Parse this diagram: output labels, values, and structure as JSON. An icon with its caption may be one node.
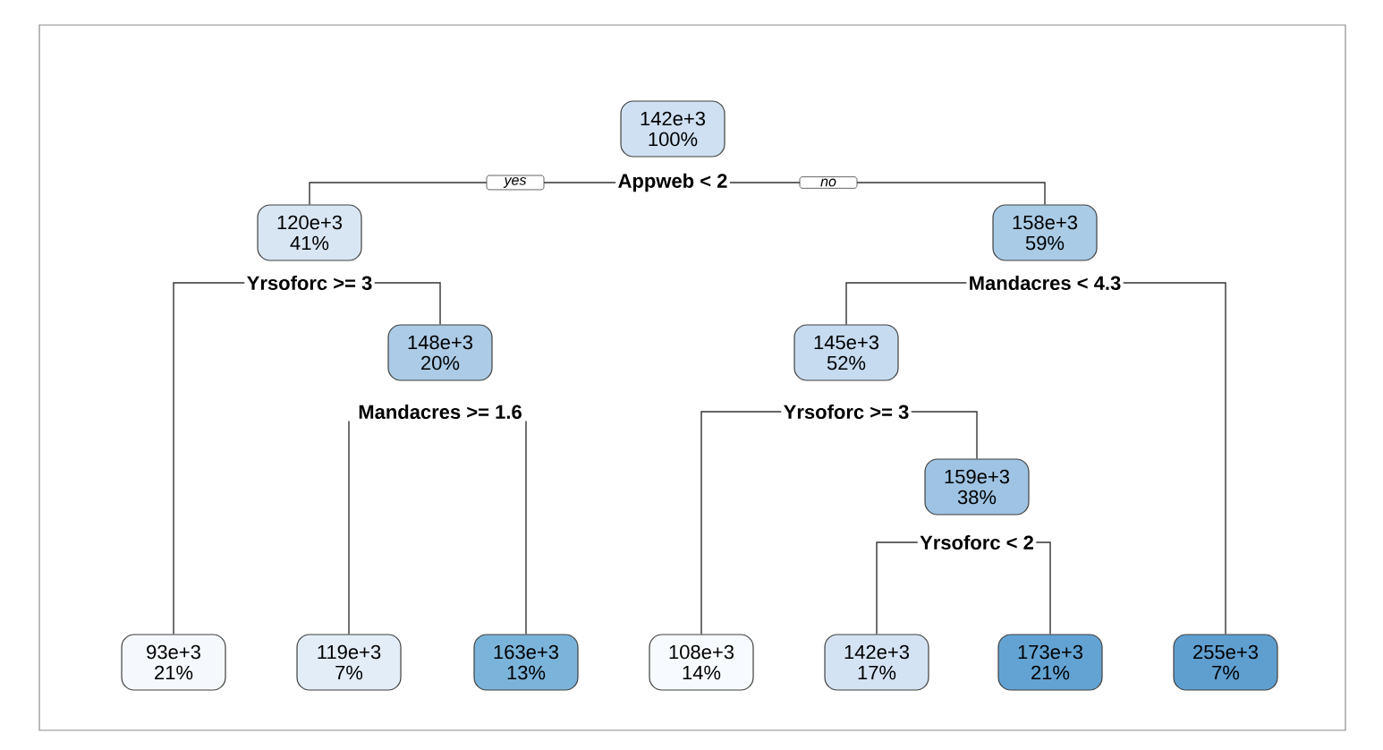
{
  "diagram": {
    "nodes": [
      {
        "text": [
          "142e+3 100%"
        ]
      },
      {
        "text": [
          "Appweb < 2"
        ]
      },
      {
        "text": [
          "120e+3 41%"
        ]
      },
      {
        "text": [
          "Yrsoforc >= 3"
        ]
      },
      {
        "text": [
          "148e+3 20%"
        ]
      },
      {
        "text": [
          "Mandacres >= 1.6"
        ]
      },
      {
        "text": [
          "158e+3 59%"
        ]
      },
      {
        "text": [
          "Mandacres < 4.3"
        ]
      },
      {
        "text": [
          "145e+3 52%"
        ]
      },
      {
        "text": [
          "Yrsoforc >= 3"
        ]
      },
      {
        "text": [
          "159e+3 38%"
        ]
      },
      {
        "text": [
          "Yrsoforc < 2"
        ]
      },
      {
        "text": [
          "93e+3 21%"
        ]
      },
      {
        "text": [
          "119e+3 7%"
        ]
      },
      {
        "text": [
          "163e+3 13%"
        ]
      },
      {
        "text": [
          "108e+3 14%"
        ]
      },
      {
        "text": [
          "142e+3 17%"
        ]
      },
      {
        "text": [
          "173e+3 21%"
        ]
      },
      {
        "text": [
          "255e+3 7%"
        ]
      }
    ],
    "edges": [
      {
        "from": 1,
        "to": 2,
        "arrow": "none",
        "label": "yes"
      },
      {
        "from": 1,
        "to": 6,
        "arrow": "none",
        "label": "no"
      },
      {
        "from": 3,
        "to": 12,
        "arrow": "none"
      },
      {
        "from": 3,
        "to": 4,
        "arrow": "none"
      },
      {
        "from": 5,
        "to": 13,
        "arrow": "none"
      },
      {
        "from": 5,
        "to": 14,
        "arrow": "none"
      },
      {
        "from": 7,
        "to": 8,
        "arrow": "none"
      },
      {
        "from": 7,
        "to": 18,
        "arrow": "none"
      },
      {
        "from": 9,
        "to": 15,
        "arrow": "none"
      },
      {
        "from": 9,
        "to": 10,
        "arrow": "none"
      },
      {
        "from": 11,
        "to": 16,
        "arrow": "none"
      },
      {
        "from": 11,
        "to": 17,
        "arrow": "none"
      }
    ]
  }
}
